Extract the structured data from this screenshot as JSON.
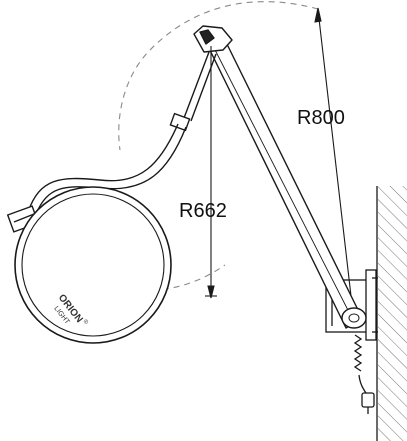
{
  "dimensions": {
    "arm_radius": "R800",
    "head_radius": "R662"
  },
  "brand": {
    "line1": "ORION",
    "line2": "LIGHT",
    "mark": "®"
  },
  "colors": {
    "line": "#1a1a1a",
    "dash": "#888888",
    "hatch": "#666666"
  }
}
